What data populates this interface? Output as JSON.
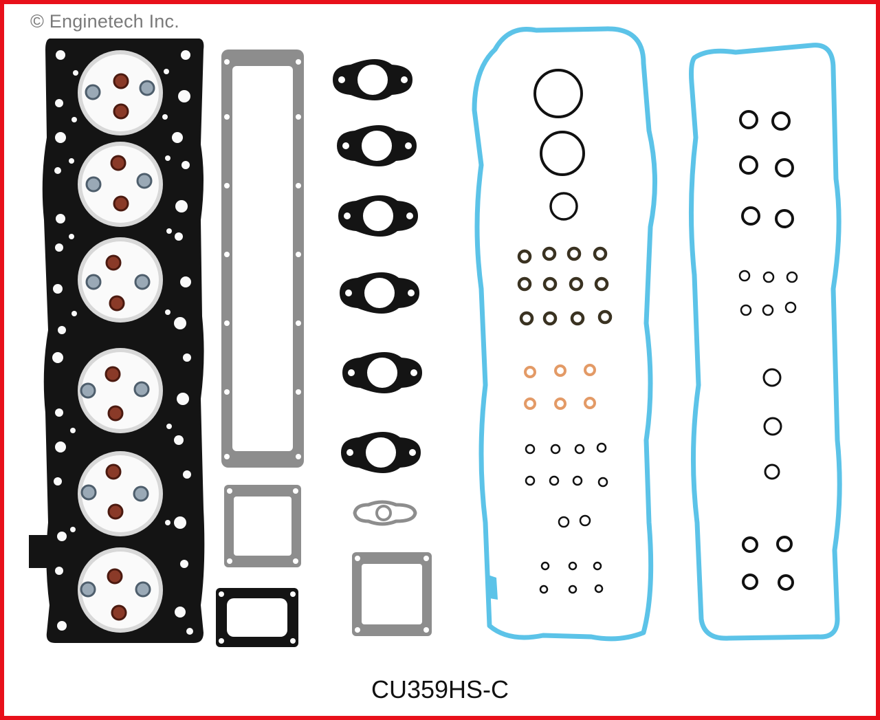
{
  "copyright": "© Enginetech Inc.",
  "part_number": "CU359HS-C",
  "colors": {
    "border": "#e8101a",
    "head_gasket": "#141414",
    "blue_gasket": "#5cc3e8",
    "gray_gasket": "#8d8d8d",
    "copper_washer": "#e39a66",
    "seal_brown": "#7a3324",
    "seal_gray": "#6f7e8c"
  },
  "components": [
    {
      "name": "cylinder-head-gasket",
      "icon": "head-gasket-icon"
    },
    {
      "name": "intake-gasket",
      "icon": "long-gasket-icon"
    },
    {
      "name": "exhaust-manifold-gaskets",
      "icon": "flange-gasket-icon"
    },
    {
      "name": "valve-cover-gaskets",
      "icon": "blue-gasket-icon"
    },
    {
      "name": "o-rings",
      "icon": "o-ring-icon"
    },
    {
      "name": "copper-washers",
      "icon": "washer-icon"
    }
  ]
}
